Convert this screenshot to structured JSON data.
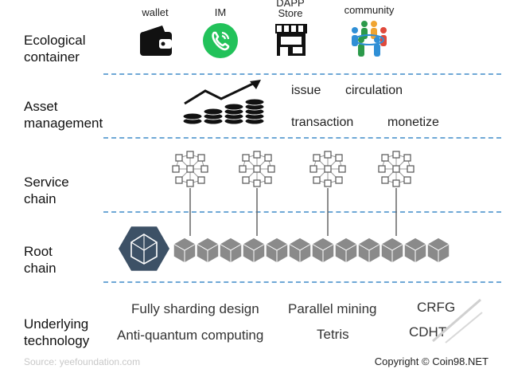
{
  "layers": {
    "ecological": "Ecological\ncontainer",
    "asset": "Asset\nmanagement",
    "service": "Service\nchain",
    "root": "Root\nchain",
    "underlying": "Underlying\ntechnology"
  },
  "ecological_icons": {
    "wallet": "wallet",
    "im": "IM",
    "dapp": "DAPP\nStore",
    "community": "community"
  },
  "asset_terms": {
    "issue": "issue",
    "circulation": "circulation",
    "transaction": "transaction",
    "monetize": "monetize"
  },
  "tech_terms": {
    "sharding": "Fully sharding design",
    "parallel": "Parallel mining",
    "crfg": "CRFG",
    "quantum": "Anti-quantum computing",
    "tetris": "Tetris",
    "cdht": "CDHT"
  },
  "footer": {
    "source": "Source: yeefoundation.com",
    "copyright": "Copyright © Coin98.NET"
  },
  "colors": {
    "divider": "#6fa8d6",
    "im_green": "#22c25a",
    "root_hex": "#3d5166",
    "block": "#8a8a8a"
  }
}
